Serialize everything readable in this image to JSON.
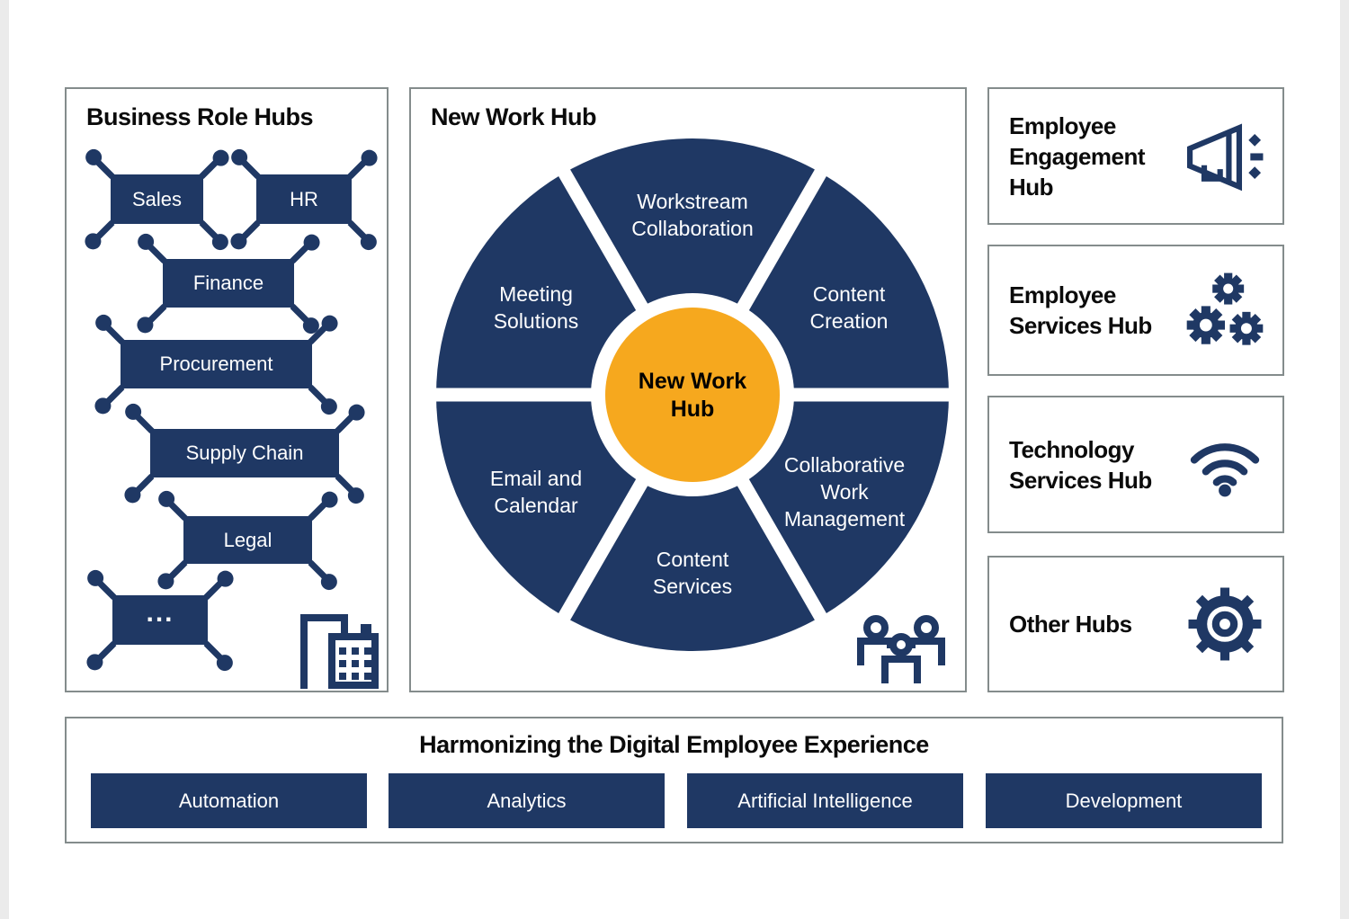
{
  "colors": {
    "navy": "#1F3864",
    "orange": "#F6A81E",
    "panel_border": "#848C8C",
    "gutter": "#EBEBEB"
  },
  "business_role_hubs": {
    "title": "Business Role Hubs",
    "hubs": [
      {
        "label": "Sales"
      },
      {
        "label": "HR"
      },
      {
        "label": "Finance"
      },
      {
        "label": "Procurement"
      },
      {
        "label": "Supply Chain"
      },
      {
        "label": "Legal"
      },
      {
        "label": "..."
      }
    ],
    "icon": "office-buildings"
  },
  "new_work_hub": {
    "title": "New Work Hub",
    "center_label": "New Work Hub",
    "segments": [
      {
        "label": "Workstream Collaboration",
        "position": "top"
      },
      {
        "label": "Content Creation",
        "position": "upper-right"
      },
      {
        "label": "Collaborative Work Management",
        "position": "lower-right"
      },
      {
        "label": "Content Services",
        "position": "bottom"
      },
      {
        "label": "Email and Calendar",
        "position": "lower-left"
      },
      {
        "label": "Meeting Solutions",
        "position": "upper-left"
      }
    ],
    "icon": "people-group"
  },
  "side_hubs": [
    {
      "title": "Employee Engagement Hub",
      "icon": "megaphone"
    },
    {
      "title": "Employee Services Hub",
      "icon": "gears"
    },
    {
      "title": "Technology Services Hub",
      "icon": "wifi"
    },
    {
      "title": "Other Hubs",
      "icon": "cog"
    }
  ],
  "foundation": {
    "title": "Harmonizing the Digital Employee Experience",
    "pillars": [
      {
        "label": "Automation"
      },
      {
        "label": "Analytics"
      },
      {
        "label": "Artificial Intelligence"
      },
      {
        "label": "Development"
      }
    ]
  }
}
